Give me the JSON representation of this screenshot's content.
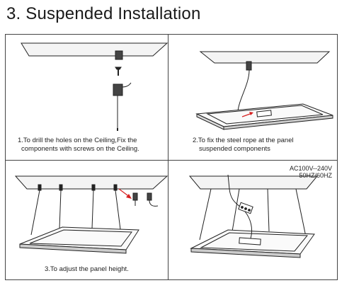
{
  "title": "3.  Suspended Installation",
  "steps": [
    {
      "line1": "1.To drill the holes on the Ceiling,Fix the",
      "line2": "components with screws on the Ceiling."
    },
    {
      "line1": "2.To fix the steel rope at the panel",
      "line2": "suspended components"
    },
    {
      "line1": "3.To adjust the panel height."
    },
    {
      "power_line1": "AC100V--240V",
      "power_line2": "50HZ/60HZ"
    }
  ],
  "colors": {
    "lines": "#222222",
    "accent": "#d62020"
  }
}
